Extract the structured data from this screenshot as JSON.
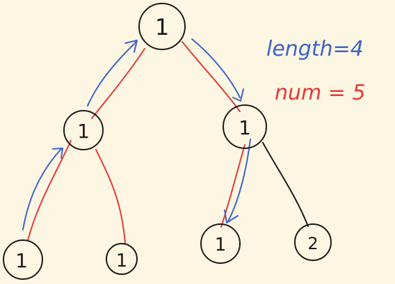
{
  "colors": {
    "background": "#fdf6e3",
    "ink": "#1a1a1a",
    "red": "#e53935",
    "blue": "#3b63c9"
  },
  "tree": {
    "nodes": [
      {
        "id": "root",
        "label": "1"
      },
      {
        "id": "left",
        "label": "1"
      },
      {
        "id": "right",
        "label": "1"
      },
      {
        "id": "left-left",
        "label": "1"
      },
      {
        "id": "left-right",
        "label": "1"
      },
      {
        "id": "right-left",
        "label": "1"
      },
      {
        "id": "right-right",
        "label": "2"
      }
    ]
  },
  "annotations": {
    "length": "length=4",
    "num": "num = 5"
  }
}
